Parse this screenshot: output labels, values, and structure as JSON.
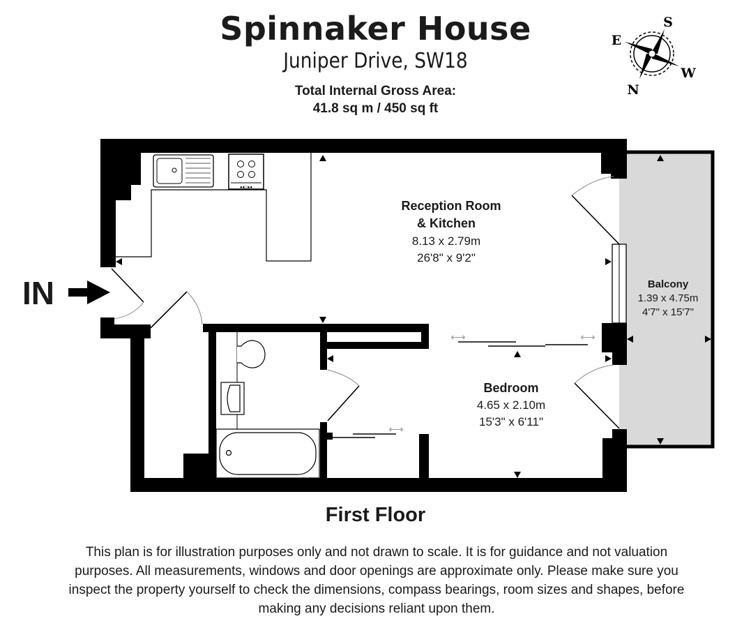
{
  "header": {
    "title": "Spinnaker House",
    "subtitle": "Juniper Drive, SW18",
    "area_label": "Total Internal Gross Area:",
    "area_value": "41.8 sq m / 450 sq ft"
  },
  "compass": {
    "labels": {
      "north": "N",
      "south": "S",
      "east": "E",
      "west": "W"
    }
  },
  "entrance": {
    "label": "IN"
  },
  "rooms": [
    {
      "name_line1": "Reception Room",
      "name_line2": "& Kitchen",
      "metric": "8.13 x 2.79m",
      "imperial": "26'8\" x 9'2\""
    },
    {
      "name_line1": "Bedroom",
      "metric": "4.65 x 2.10m",
      "imperial": "15'3\" x 6'11\""
    },
    {
      "name_line1": "Balcony",
      "metric": "1.39 x 4.75m",
      "imperial": "4'7\" x 15'7\""
    }
  ],
  "colors": {
    "wall": "#000000",
    "balcony_fill": "#d9d9d9",
    "background": "#ffffff"
  },
  "floor_label": "First Floor",
  "disclaimer": "This plan is for illustration purposes only and not drawn to scale. It is for guidance and not valuation purposes. All measurements, windows and door openings are approximate only. Please make sure you inspect the property yourself to check the dimensions, compass bearings, room sizes and shapes, before making any decisions reliant upon them."
}
